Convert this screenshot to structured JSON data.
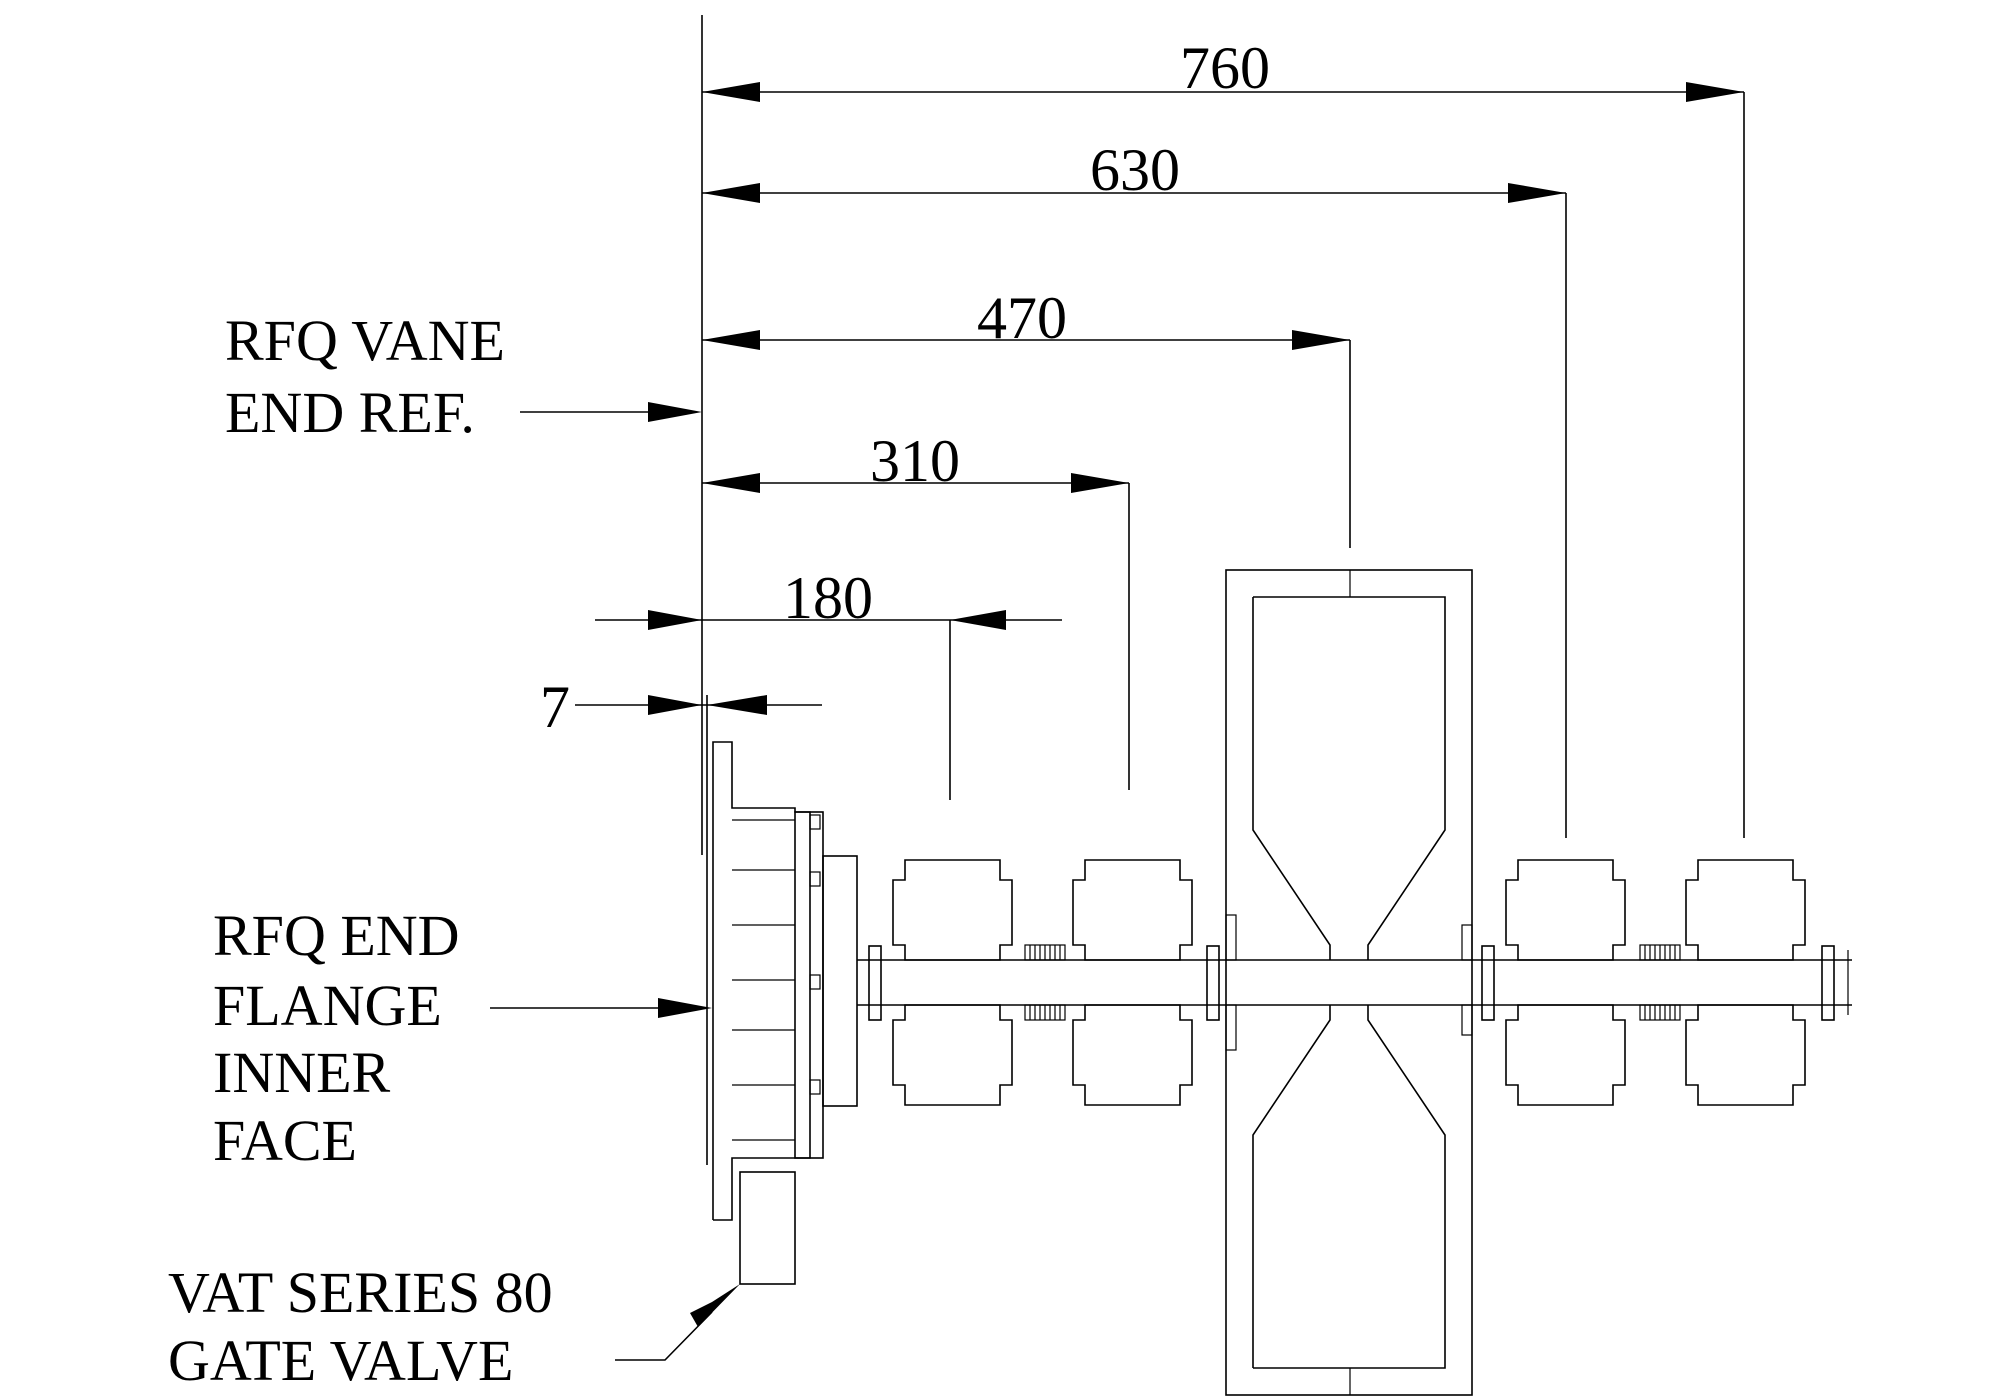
{
  "dimensions": {
    "d760": "760",
    "d630": "630",
    "d470": "470",
    "d310": "310",
    "d180": "180",
    "d7": "7"
  },
  "labels": {
    "vane_ref": [
      "RFQ VANE",
      "END REF."
    ],
    "end_flange": [
      "RFQ END",
      "FLANGE",
      "INNER",
      "FACE"
    ],
    "gate_valve": [
      "VAT SERIES 80",
      "GATE VALVE"
    ]
  }
}
